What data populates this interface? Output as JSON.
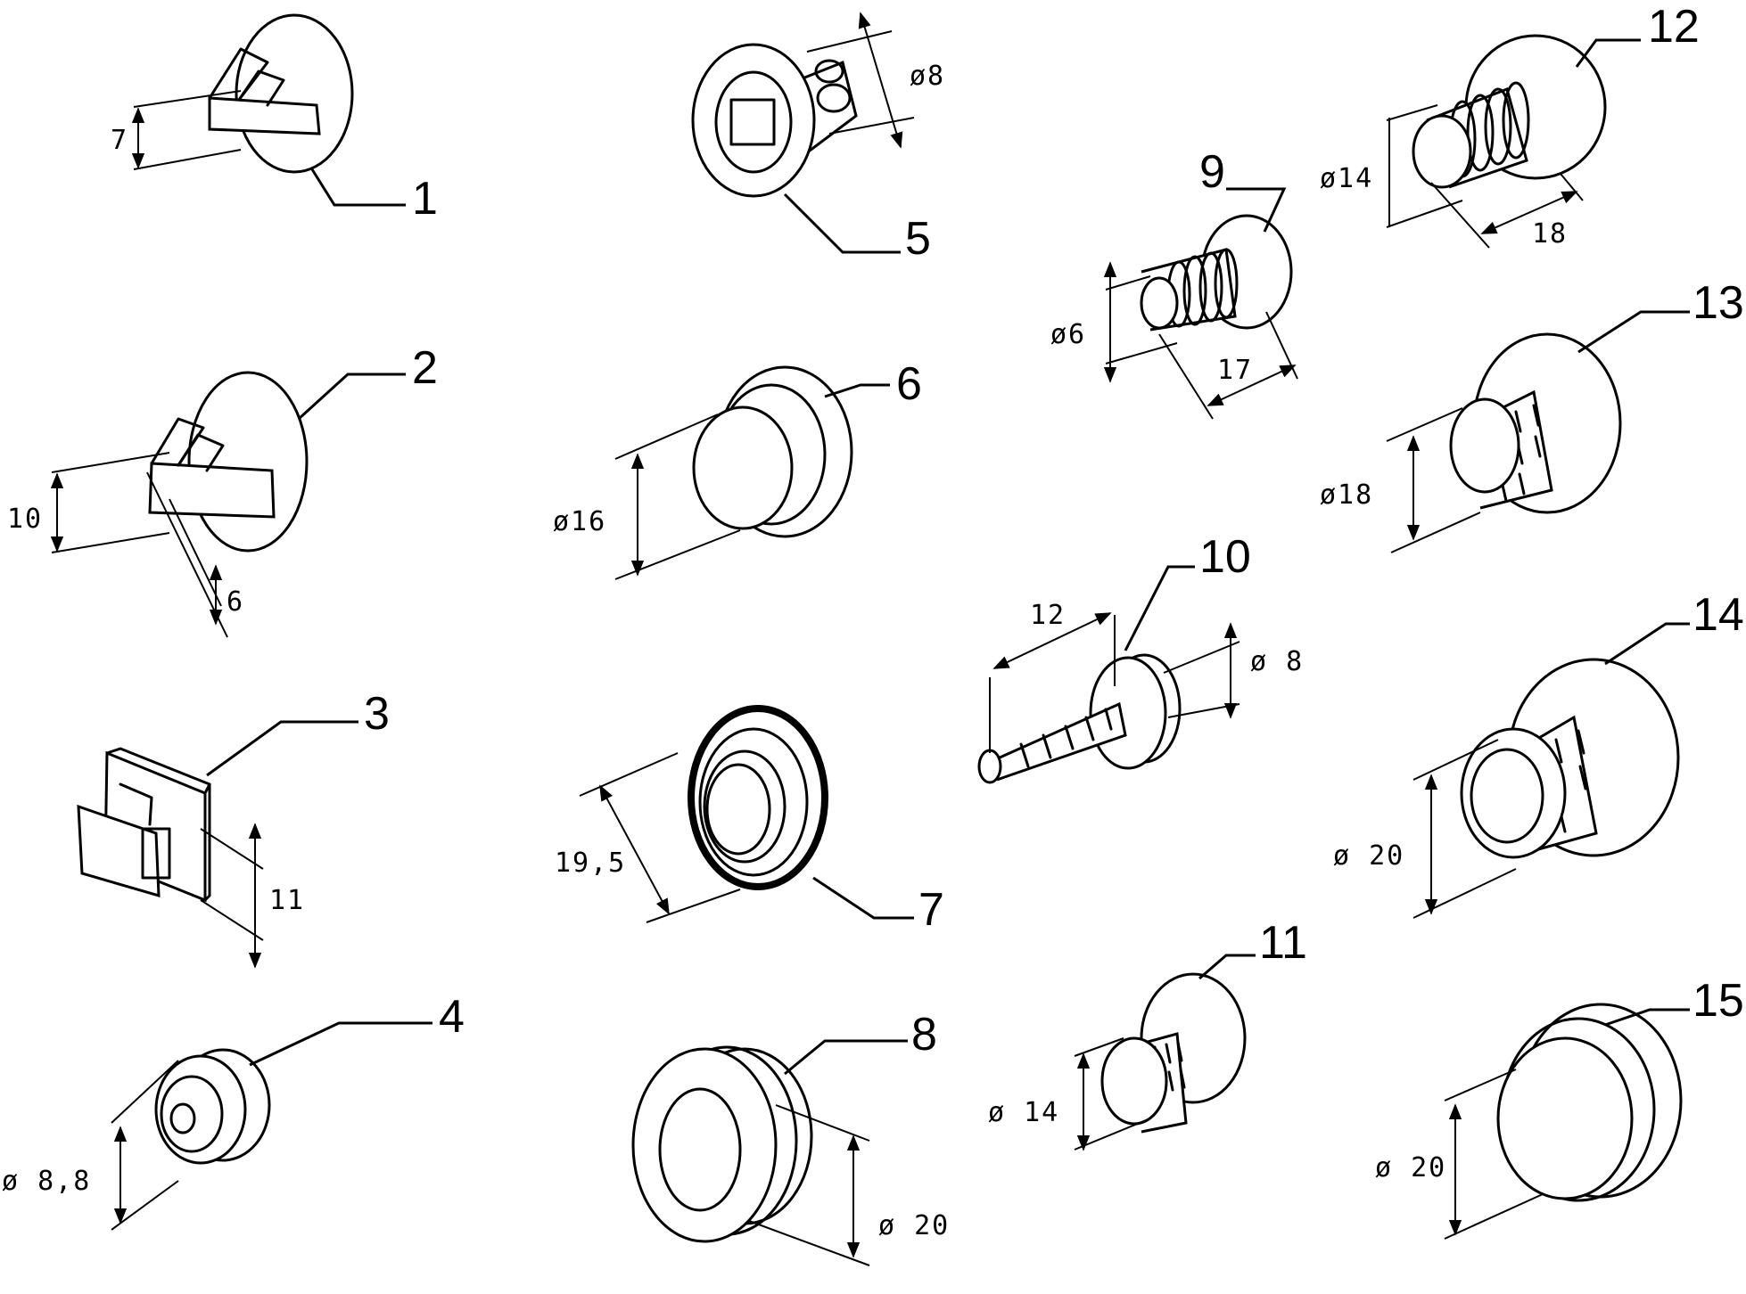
{
  "parts": [
    {
      "number": "1",
      "dimensions": [
        "7"
      ]
    },
    {
      "number": "2",
      "dimensions": [
        "10",
        "6"
      ]
    },
    {
      "number": "3",
      "dimensions": [
        "11"
      ]
    },
    {
      "number": "4",
      "dimensions": [
        "ø 8,8"
      ]
    },
    {
      "number": "5",
      "dimensions": [
        "ø8"
      ]
    },
    {
      "number": "6",
      "dimensions": [
        "ø16"
      ]
    },
    {
      "number": "7",
      "dimensions": [
        "19,5"
      ]
    },
    {
      "number": "8",
      "dimensions": [
        "ø 20"
      ]
    },
    {
      "number": "9",
      "dimensions": [
        "ø6",
        "17"
      ]
    },
    {
      "number": "10",
      "dimensions": [
        "12",
        "ø 8"
      ]
    },
    {
      "number": "11",
      "dimensions": [
        "ø 14"
      ]
    },
    {
      "number": "12",
      "dimensions": [
        "ø14",
        "18"
      ]
    },
    {
      "number": "13",
      "dimensions": [
        "ø18"
      ]
    },
    {
      "number": "14",
      "dimensions": [
        "ø 20"
      ]
    },
    {
      "number": "15",
      "dimensions": [
        "ø 20"
      ]
    }
  ]
}
